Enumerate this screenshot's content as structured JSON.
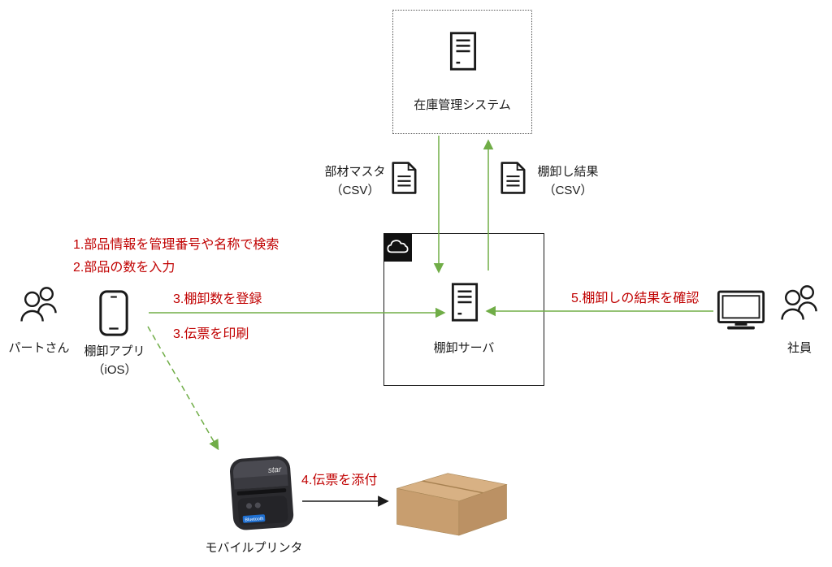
{
  "colors": {
    "arrow_green": "#70ad47",
    "annotation_red": "#c00000",
    "ink": "#1a1a1a",
    "carton_top": "#d8b184",
    "carton_front": "#c89e6f",
    "carton_side": "#bb9164"
  },
  "nodes": {
    "inventory_system": {
      "label": "在庫管理システム"
    },
    "parts_master_csv": {
      "line1": "部材マスタ",
      "line2": "（CSV）"
    },
    "stocktaking_result_csv": {
      "line1": "棚卸し結果",
      "line2": "（CSV）"
    },
    "stocktaking_server": {
      "label": "棚卸サーバ"
    },
    "part_timer": {
      "label": "パートさん"
    },
    "stocktaking_app": {
      "line1": "棚卸アプリ",
      "line2": "（iOS）"
    },
    "employee": {
      "label": "社員"
    },
    "mobile_printer": {
      "label": "モバイルプリンタ",
      "brand": "star",
      "badge": "Bluetooth"
    }
  },
  "annotations": {
    "step1": "1.部品情報を管理番号や名称で検索",
    "step2": "2.部品の数を入力",
    "step3_register": "3.棚卸数を登録",
    "step3_print": "3.伝票を印刷",
    "step4": "4.伝票を添付",
    "step5": "5.棚卸しの結果を確認"
  }
}
